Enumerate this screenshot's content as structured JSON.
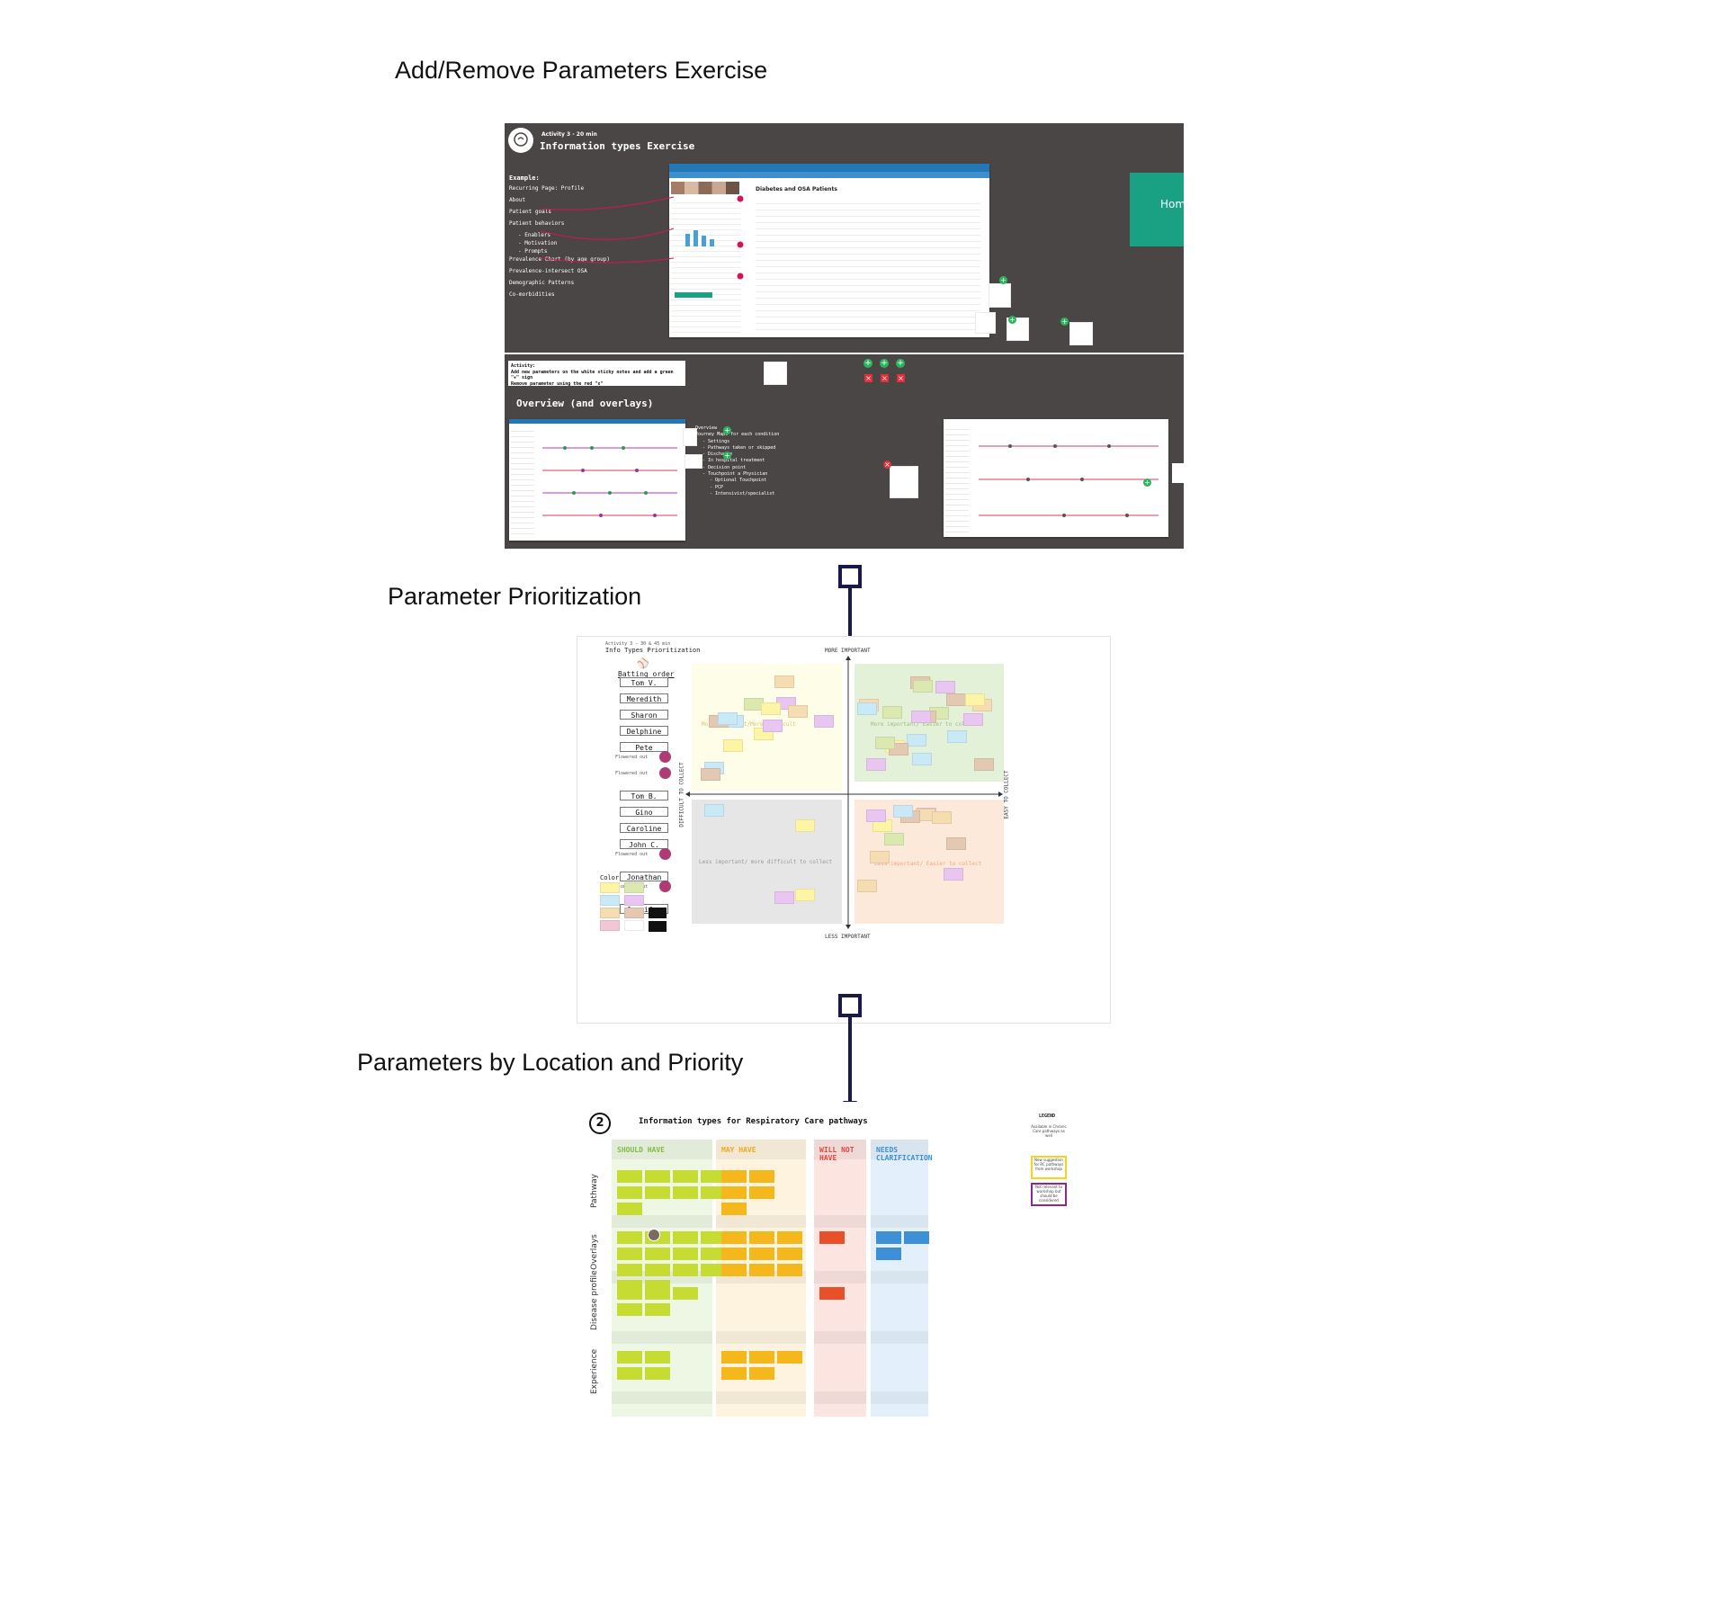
{
  "sections": {
    "s1_title": "Add/Remove Parameters Exercise",
    "s2_title": "Parameter Prioritization",
    "s3_title": "Parameters by Location and Priority"
  },
  "board1": {
    "activity_label": "Activity 3 - 20 min",
    "title": "Information types Exercise",
    "example_label": "Example:",
    "example_items": [
      "Recurring Page: Profile",
      "About",
      "Patient goals",
      "Patient behaviors",
      "- Enablers",
      "- Motivation",
      "- Prompts",
      "Prevalence Chart (by age group)",
      "Prevalence-intersect OSA",
      "Demographic Patterns",
      "Co-morbidities"
    ],
    "screen_heading": "Diabetes and OSA Patients",
    "activity_box_title": "Activity:",
    "activity_box_line1": "Add new parameters on the white sticky notes and add a green \"+\" sign",
    "activity_box_line2": "Remove parameter using the red \"x\"",
    "overview_title": "Overview (and overlays)",
    "overview_list": [
      "Overview",
      "Journey Maps for each condition",
      "- Settings",
      "- Pathways taken or skipped",
      "- Discharge",
      "- In hospital treatment",
      "- Decision point",
      "- Touchpoint a Physician",
      "- Optional Touchpoint",
      "- PCP",
      "- Intensivist/specialist"
    ],
    "teal_text": "Hom",
    "colors": {
      "background": "#4b4646",
      "teal": "#1aa082",
      "add": "#2db55d",
      "remove": "#e0313b",
      "pink_dot": "#d4145a"
    }
  },
  "board2": {
    "activity_label": "Activity 3 - 30 & 45 min",
    "title": "Info Types Prioritization",
    "batting_label": "Batting order",
    "batting": [
      {
        "name": "Tom V.",
        "flowered": false
      },
      {
        "name": "Meredith",
        "flowered": false
      },
      {
        "name": "Sharon",
        "flowered": false
      },
      {
        "name": "Delphine",
        "flowered": false
      },
      {
        "name": "Pete",
        "flowered": true
      },
      {
        "name": "",
        "flowered": true
      },
      {
        "name": "Tom B.",
        "flowered": false
      },
      {
        "name": "Gino",
        "flowered": false
      },
      {
        "name": "Caroline",
        "flowered": false
      },
      {
        "name": "John C.",
        "flowered": true
      },
      {
        "name": "Jonathan",
        "flowered": true
      },
      {
        "name": "Jennifer",
        "flowered": false
      }
    ],
    "flowered_label": "Flowered out",
    "axis_top": "MORE IMPORTANT",
    "axis_bottom": "LESS IMPORTANT",
    "axis_left": "DIFFICULT TO COLLECT",
    "axis_right": "EASY TO COLLECT",
    "q_tl": "More important/More difficult",
    "q_tr": "More important/ Easier to collect",
    "q_bl": "Less important/ more difficult to collect",
    "q_br": "Less important/ Easier to collect",
    "color_key_label": "Color Key",
    "colors": {
      "tl": "#fdfde8",
      "tr": "#e3f1d9",
      "bl": "#e6e6e6",
      "br": "#fde9d9",
      "flower": "#b03a74"
    }
  },
  "board3": {
    "badge": "2",
    "title": "Information types for Respiratory Care pathways",
    "legend_label": "LEGEND",
    "legend_items": [
      "Available in Chronic Care pathways as well",
      "New suggestion for RC pathways from workshop",
      "Not relevant to workshop but should be considered"
    ],
    "columns": [
      {
        "label": "SHOULD HAVE",
        "color": "#7fbf3a",
        "bg": "#eef6e4"
      },
      {
        "label": "MAY HAVE",
        "color": "#f2a81d",
        "bg": "#fdf3df"
      },
      {
        "label": "WILL NOT HAVE",
        "color": "#e2473b",
        "bg": "#fce4e1"
      },
      {
        "label": "NEEDS CLARIFICATION",
        "color": "#3d8fd6",
        "bg": "#e3f0fb"
      }
    ],
    "rows": [
      "Pathway",
      "Overlays",
      "Disease profile",
      "Experience"
    ]
  }
}
